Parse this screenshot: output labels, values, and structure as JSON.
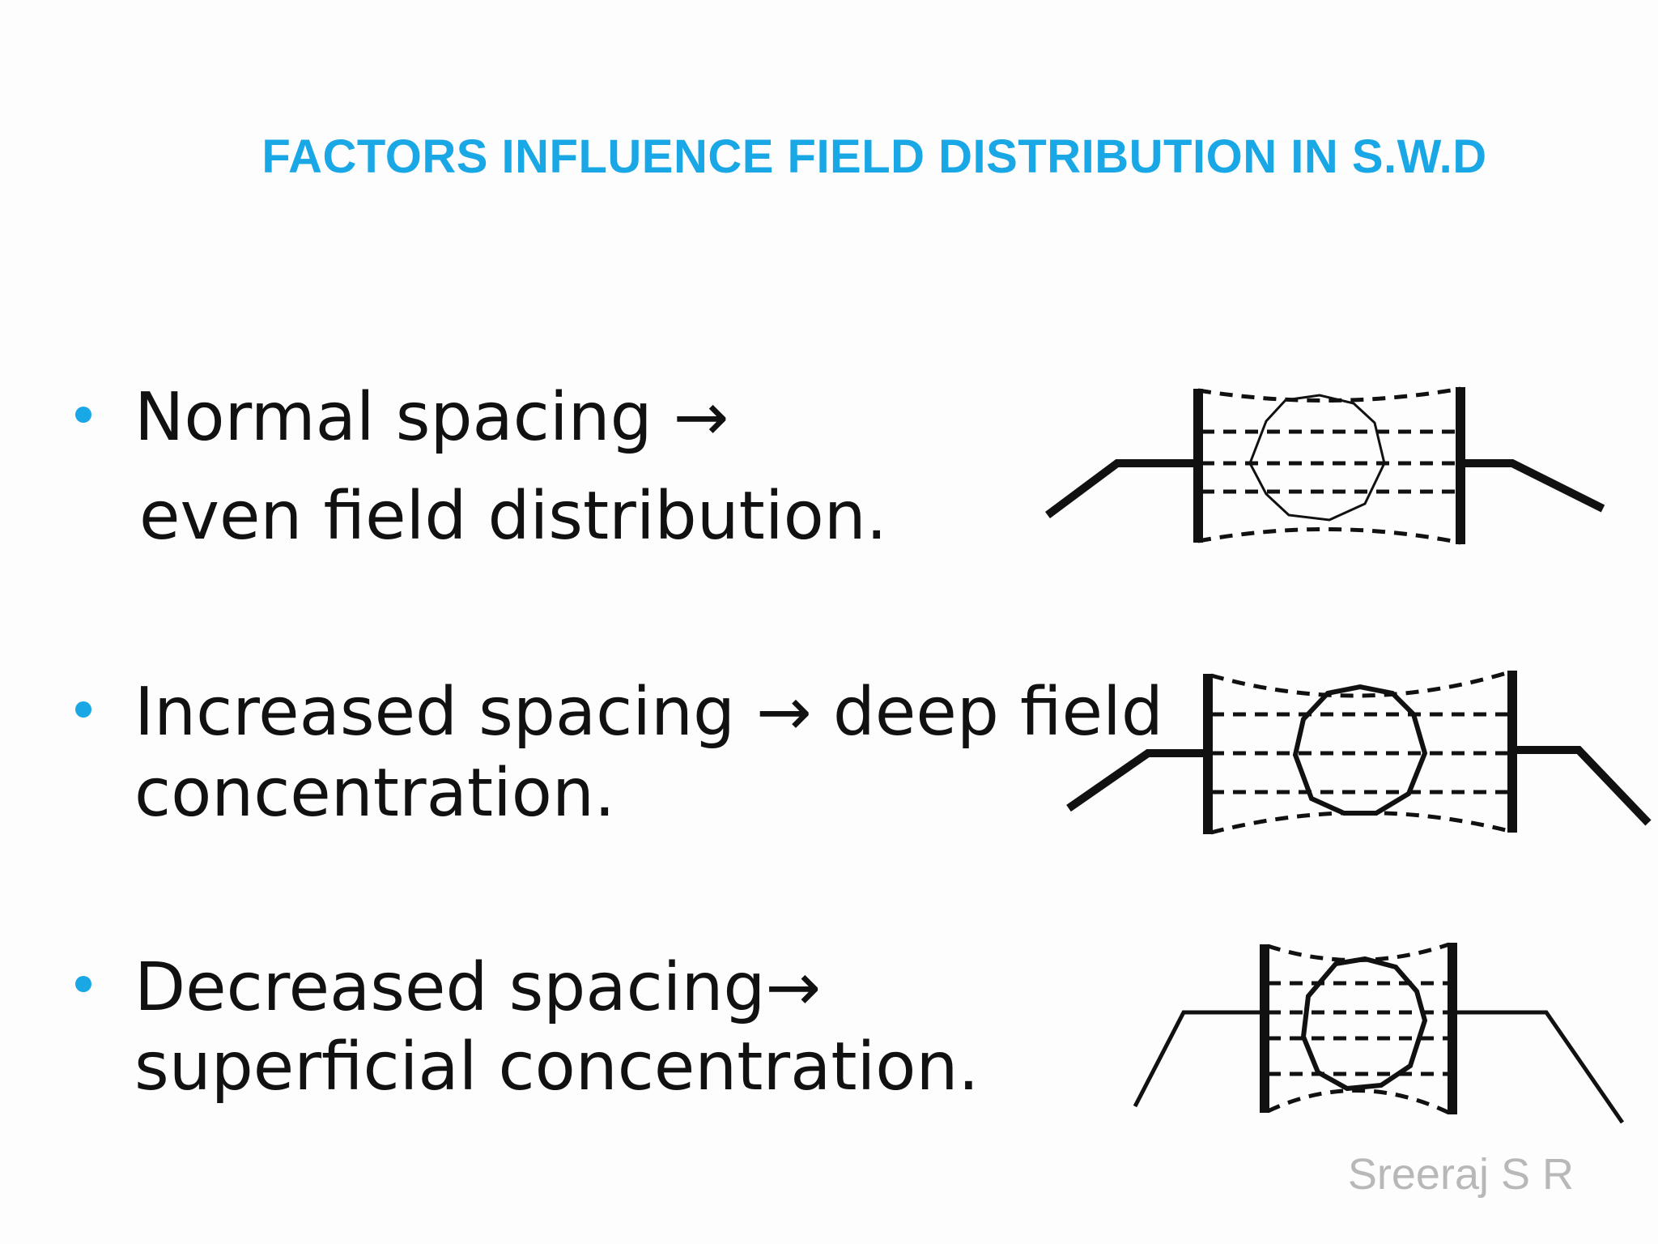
{
  "slide": {
    "title": "FACTORS INFLUENCE FIELD DISTRIBUTION IN S.W.D",
    "bullets": [
      {
        "line1": "Normal spacing →",
        "line2": "even field distribution."
      },
      {
        "line1": "Increased spacing → deep field",
        "line2": "concentration."
      },
      {
        "line1": "Decreased spacing→",
        "line2": "superficial concentration."
      }
    ],
    "credit": "Sreeraj S R"
  },
  "colors": {
    "accent": "#1aa7e6",
    "text": "#111111",
    "credit": "#b8b8b8"
  }
}
